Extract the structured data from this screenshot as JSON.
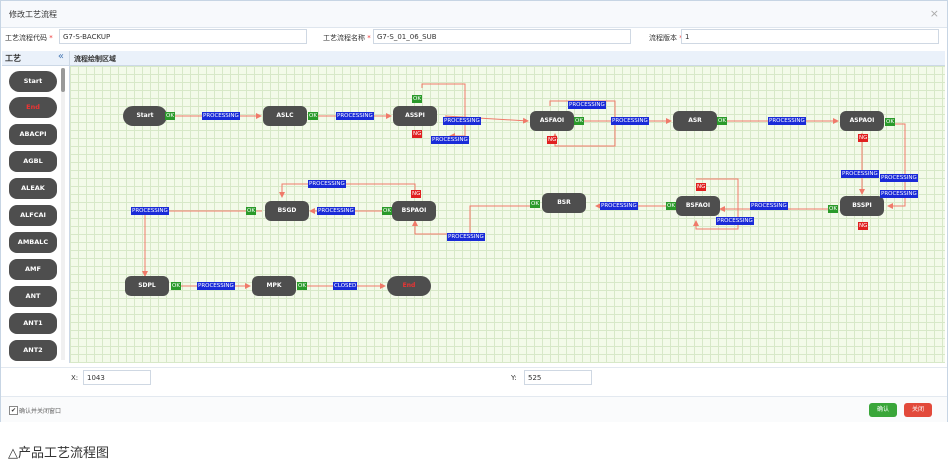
{
  "dialog": {
    "title": "修改工艺流程",
    "close_symbol": "×"
  },
  "form": {
    "code_label": "工艺流程代码",
    "code_value": "G7-S-BACKUP",
    "name_label": "工艺流程名称",
    "name_value": "G7-S_01_06_SUB",
    "version_label": "流程版本",
    "version_value": "1",
    "required_mark": "*"
  },
  "palette": {
    "header": "工艺",
    "collapse_symbol": "«",
    "items": [
      "Start",
      "End",
      "ABACPI",
      "AGBL",
      "ALEAK",
      "ALFCAI",
      "AMBALC",
      "AMF",
      "ANT",
      "ANT1",
      "ANT2"
    ]
  },
  "canvas": {
    "header": "流程绘制区域"
  },
  "nodes": {
    "start": "Start",
    "aslc": "ASLC",
    "asspi": "ASSPI",
    "asfaoi": "ASFAOI",
    "asr": "ASR",
    "aspaoi": "ASPAOI",
    "bsspi": "BSSPI",
    "bsfaoi": "BSFAOI",
    "bsr": "BSR",
    "bspaoi": "BSPAOI",
    "bsgd": "BSGD",
    "sdpl": "SDPL",
    "mpk": "MPK",
    "end": "End"
  },
  "tags": {
    "ok": "OK",
    "ng": "NG",
    "processing": "PROCESSING",
    "closed": "CLOSED"
  },
  "coords": {
    "x_label": "X:",
    "x_value": "1043",
    "y_label": "Y:",
    "y_value": "525"
  },
  "footer": {
    "checkbox_label": "确认并关闭窗口",
    "checkbox_checked": "✔",
    "confirm": "确认",
    "close": "关闭"
  },
  "caption": "△产品工艺流程图",
  "colors": {
    "node": "#4e4e4e",
    "ok": "#2a9a2a",
    "ng": "#e02020",
    "processing": "#1a2bd8",
    "edge": "#f07a6a",
    "grid_bg": "#f3fae9"
  }
}
